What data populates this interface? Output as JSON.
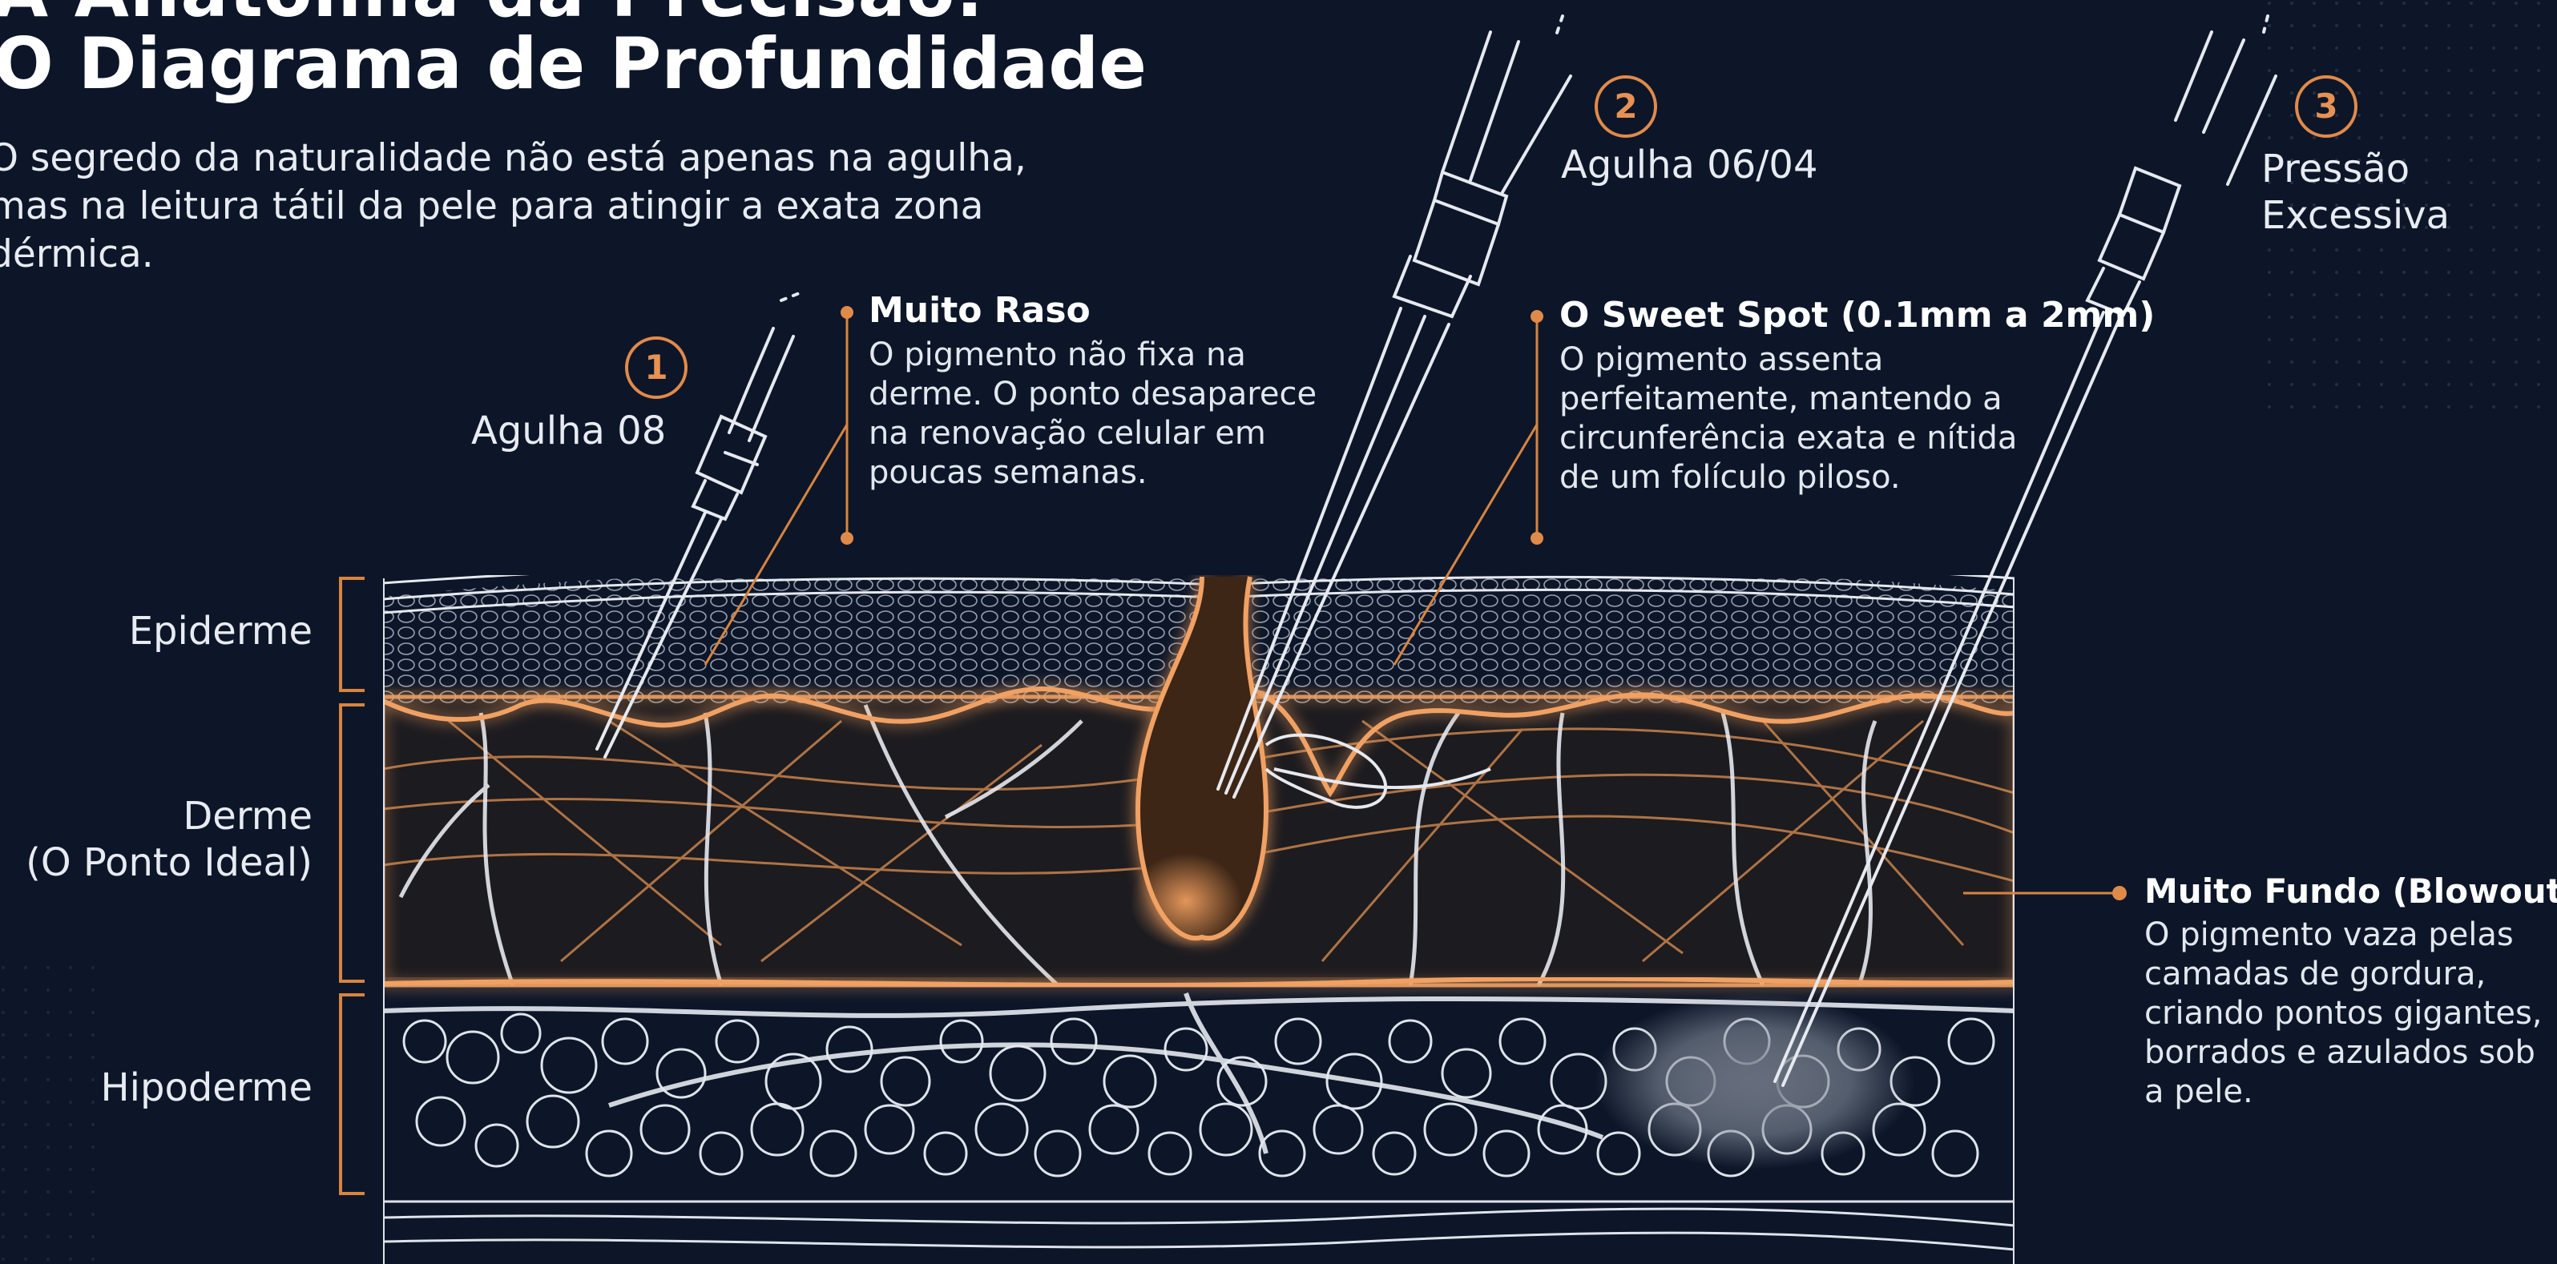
{
  "title": {
    "line1": "A Anatomia da Precisão:",
    "line2": "O Diagrama de Profundidade"
  },
  "intro": [
    "O segredo da naturalidade não está apenas na agulha,",
    "mas na leitura tátil da pele para atingir a exata zona",
    "dérmica."
  ],
  "needles": [
    {
      "number": "1",
      "label": "Agulha 08"
    },
    {
      "number": "2",
      "label": "Agulha 06/04"
    },
    {
      "number": "3",
      "label_lines": [
        "Pressão",
        "Excessiva"
      ]
    }
  ],
  "callouts": {
    "shallow": {
      "title": "Muito Raso",
      "lines": [
        "O pigmento não fixa na",
        "derme. O ponto desaparece",
        "na renovação celular em",
        "poucas semanas."
      ]
    },
    "sweet": {
      "title": "O Sweet Spot (0.1mm a 2mm)",
      "lines": [
        "O pigmento assenta",
        "perfeitamente, mantendo a",
        "circunferência exata e nítida",
        "de um folículo piloso."
      ]
    },
    "deep": {
      "title": "Muito Fundo (Blowout)",
      "lines": [
        "O pigmento vaza pelas",
        "camadas de gordura,",
        "criando pontos gigantes,",
        "borrados e azulados sob",
        "a pele."
      ]
    }
  },
  "layers": {
    "epidermis": [
      "Epiderme"
    ],
    "dermis": [
      "Derme",
      "(O Ponto Ideal)"
    ],
    "hypodermis": [
      "Hipoderme"
    ]
  },
  "colors": {
    "background": "#0c1628",
    "accent_orange": "#e18a4b",
    "line_white": "#e6e9ef"
  }
}
